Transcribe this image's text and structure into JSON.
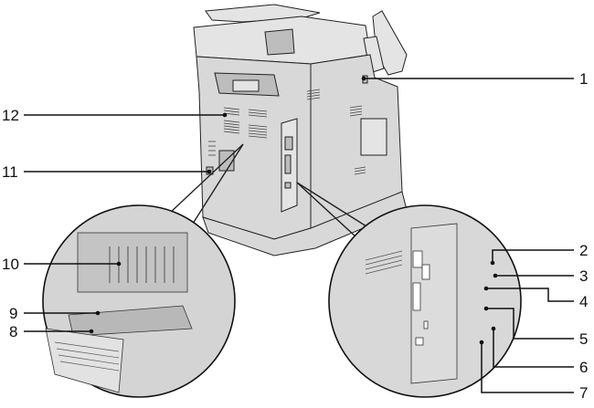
{
  "diagram": {
    "subject": "Printer rear view with callouts",
    "callouts": [
      {
        "number": "1"
      },
      {
        "number": "2"
      },
      {
        "number": "3"
      },
      {
        "number": "4"
      },
      {
        "number": "5"
      },
      {
        "number": "6"
      },
      {
        "number": "7"
      },
      {
        "number": "8"
      },
      {
        "number": "9"
      },
      {
        "number": "10"
      },
      {
        "number": "11"
      },
      {
        "number": "12"
      }
    ],
    "insets": [
      {
        "name": "inner-fuser-detail"
      },
      {
        "name": "interface-ports-detail"
      }
    ]
  }
}
